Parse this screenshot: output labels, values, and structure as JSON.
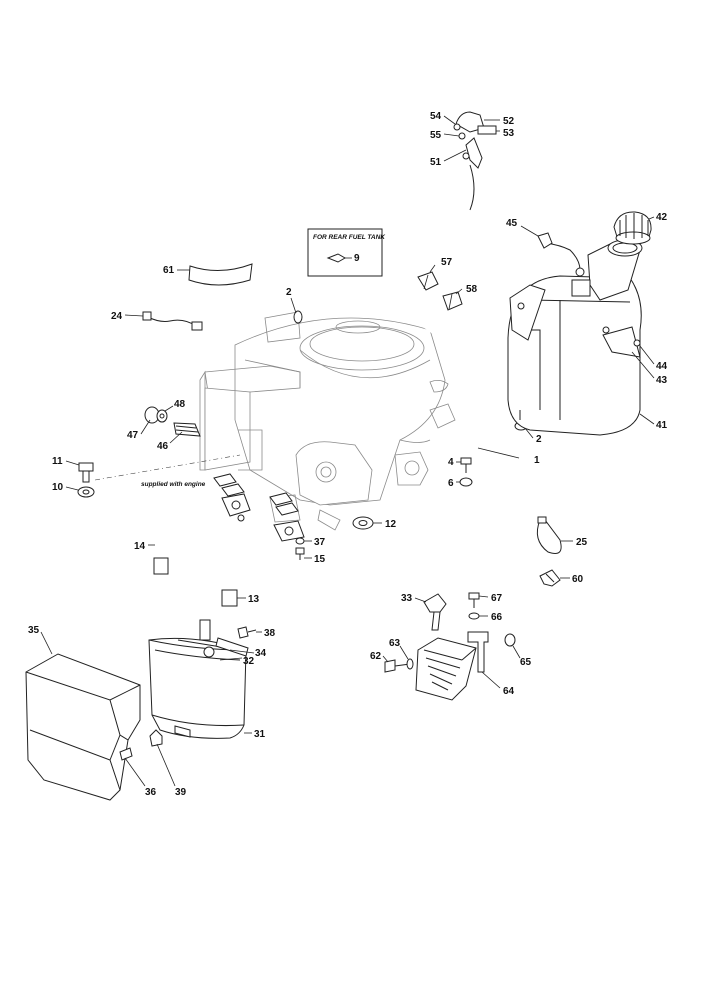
{
  "notes": {
    "supplied_with_engine": "supplied with engine",
    "rear_fuel_tank": "FOR REAR FUEL TANK"
  },
  "callouts": {
    "c1": "1",
    "c2a": "2",
    "c2b": "2",
    "c4": "4",
    "c6": "6",
    "c9": "9",
    "c10": "10",
    "c11": "11",
    "c12": "12",
    "c13": "13",
    "c14": "14",
    "c15": "15",
    "c24": "24",
    "c25": "25",
    "c31": "31",
    "c32": "32",
    "c33": "33",
    "c34": "34",
    "c35": "35",
    "c36": "36",
    "c37": "37",
    "c38": "38",
    "c39": "39",
    "c41": "41",
    "c42": "42",
    "c43": "43",
    "c44": "44",
    "c45": "45",
    "c46": "46",
    "c47": "47",
    "c48": "48",
    "c51": "51",
    "c52": "52",
    "c53": "53",
    "c54": "54",
    "c55": "55",
    "c57": "57",
    "c58": "58",
    "c60": "60",
    "c61": "61",
    "c62": "62",
    "c63": "63",
    "c64": "64",
    "c65": "65",
    "c66": "66",
    "c67": "67"
  }
}
